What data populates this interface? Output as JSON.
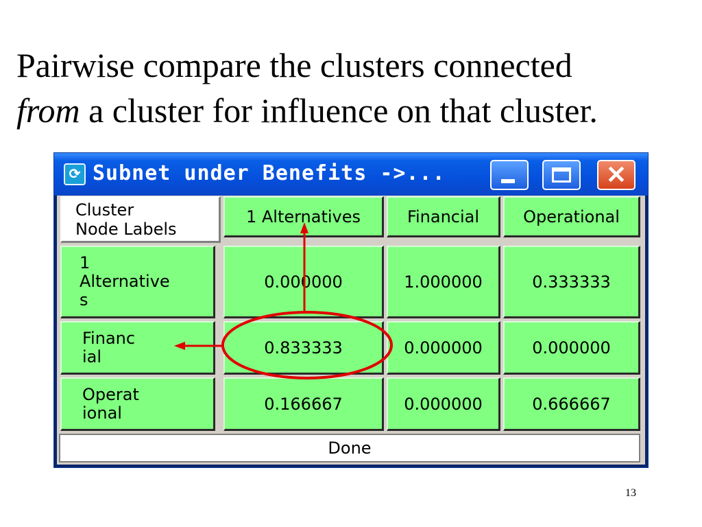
{
  "slide": {
    "title_line1": "Pairwise compare the clusters connected",
    "title_line2_italic": "from",
    "title_line2_rest": " a cluster for influence on that cluster.",
    "page_number": "13"
  },
  "window": {
    "title": "Subnet under Benefits ->...",
    "app_icon": "refresh-arrows-icon",
    "buttons": {
      "minimize": "minimize-icon",
      "maximize": "maximize-icon",
      "close": "close-icon"
    }
  },
  "grid": {
    "corner_label": "Cluster\nNode Labels",
    "columns": [
      "1 Alternatives",
      "Financial",
      "Operational"
    ],
    "rows": [
      {
        "label": "1\nAlternative\ns",
        "values": [
          "0.000000",
          "1.000000",
          "0.333333"
        ]
      },
      {
        "label": "Financ\nial",
        "values": [
          "0.833333",
          "0.000000",
          "0.000000"
        ]
      },
      {
        "label": "Operat\nional",
        "values": [
          "0.166667",
          "0.000000",
          "0.666667"
        ]
      }
    ],
    "done_label": "Done"
  },
  "colors": {
    "cell_green": "#80ff80",
    "titlebar_blue": "#0550dc",
    "annotation_red": "#e00000"
  }
}
